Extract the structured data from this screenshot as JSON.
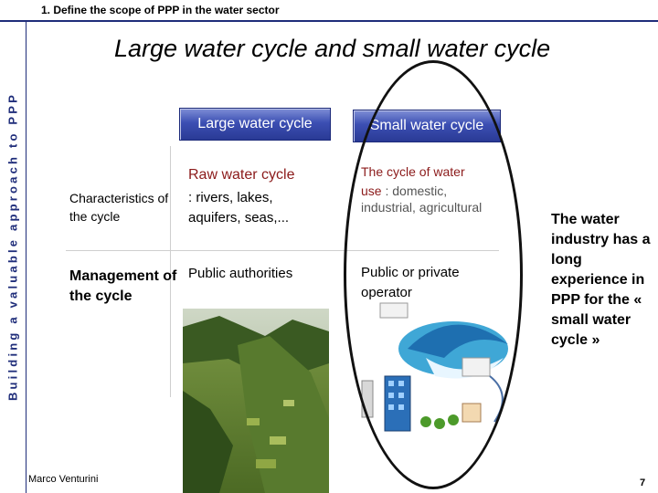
{
  "header": {
    "section": "1.  Define the scope of PPP in the water sector"
  },
  "sidebar": {
    "vertical_text": "Building a valuable approach to PPP"
  },
  "slide": {
    "title": "Large water cycle and small water cycle",
    "columns": {
      "large": "Large water cycle",
      "small": "Small water cycle"
    },
    "rows": {
      "characteristics_label": "Characteristics of the cycle",
      "management_label": "Management of the cycle"
    },
    "large_cycle": {
      "raw_head": "Raw water cycle",
      "raw_desc": ": rivers, lakes, aquifers, seas,...",
      "management": "Public authorities"
    },
    "small_cycle": {
      "head": "The cycle of water",
      "use_word": "use",
      "use_desc": " : domestic, industrial, agricultural",
      "management": "Public  or private operator"
    },
    "side_note": "The water industry has a long experience in PPP for the « small water cycle »"
  },
  "footer": {
    "author": "Marco Venturini",
    "page": "7"
  },
  "colors": {
    "accent": "#1f2d7a",
    "header_gradient": "#3c4fb3",
    "raw_heading": "#8b1a1a"
  }
}
